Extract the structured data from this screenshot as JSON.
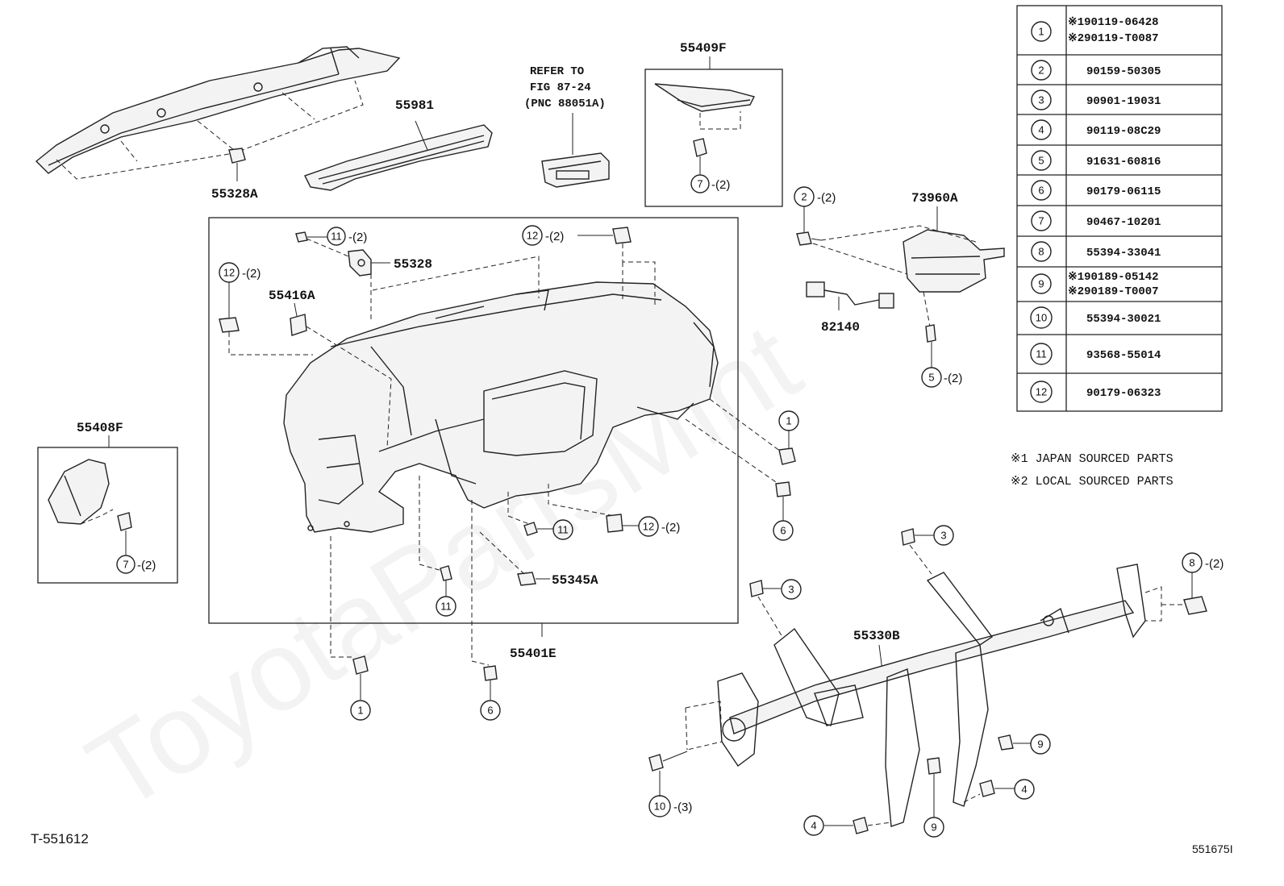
{
  "refer_note": [
    "REFER TO",
    "FIG 87-24",
    "(PNC 88051A)"
  ],
  "part_labels": {
    "p55981": "55981",
    "p55328A": "55328A",
    "p55409F": "55409F",
    "p55328": "55328",
    "p55416A": "55416A",
    "p55408F": "55408F",
    "p55345A": "55345A",
    "p55401E": "55401E",
    "p73960A": "73960A",
    "p82140": "82140",
    "p55330B": "55330B"
  },
  "callout_numbers": {
    "n1": "1",
    "n2": "2",
    "n3": "3",
    "n4": "4",
    "n5": "5",
    "n6": "6",
    "n7": "7",
    "n8": "8",
    "n9": "9",
    "n10": "10",
    "n11": "11",
    "n12": "12"
  },
  "quantities": {
    "q2": "-(2)",
    "q3": "-(3)"
  },
  "parts_table": [
    {
      "ref": "1",
      "lines": [
        "※190119-06428",
        "※290119-T0087"
      ]
    },
    {
      "ref": "2",
      "lines": [
        "90159-50305"
      ]
    },
    {
      "ref": "3",
      "lines": [
        "90901-19031"
      ]
    },
    {
      "ref": "4",
      "lines": [
        "90119-08C29"
      ]
    },
    {
      "ref": "5",
      "lines": [
        "91631-60816"
      ]
    },
    {
      "ref": "6",
      "lines": [
        "90179-06115"
      ]
    },
    {
      "ref": "7",
      "lines": [
        "90467-10201"
      ]
    },
    {
      "ref": "8",
      "lines": [
        "55394-33041"
      ]
    },
    {
      "ref": "9",
      "lines": [
        "※190189-05142",
        "※290189-T0007"
      ]
    },
    {
      "ref": "10",
      "lines": [
        "55394-30021"
      ]
    },
    {
      "ref": "11",
      "lines": [
        "93568-55014"
      ]
    },
    {
      "ref": "12",
      "lines": [
        "90179-06323"
      ]
    }
  ],
  "notes": [
    "※1 JAPAN SOURCED PARTS",
    "※2 LOCAL SOURCED PARTS"
  ],
  "footer": {
    "left": "T-551612",
    "right": "551675I"
  },
  "watermark": "ToyotaPartsMint"
}
